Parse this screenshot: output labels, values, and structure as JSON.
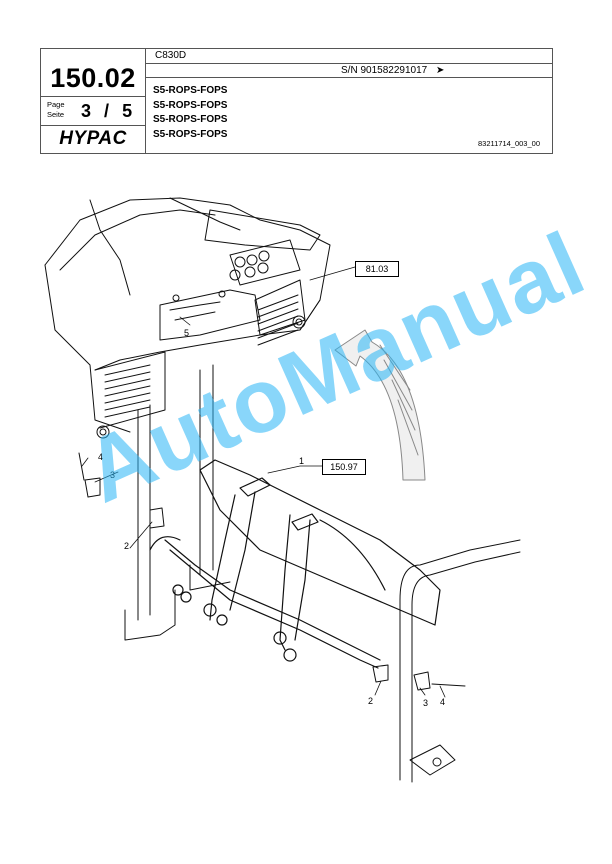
{
  "header": {
    "page_code": "150.02",
    "page_label_en": "Page",
    "page_label_de": "Seite",
    "page_current": "3",
    "page_separator": "/",
    "page_total": "5",
    "brand": "HYPAC",
    "model": "C830D",
    "serial": "S/N 901582291017",
    "serial_arrow": "➤",
    "titles": [
      "S5-ROPS-FOPS",
      "S5-ROPS-FOPS",
      "S5-ROPS-FOPS",
      "S5-ROPS-FOPS"
    ],
    "doc_id": "83211714_003_00"
  },
  "drawing": {
    "ref_boxes": {
      "r1": "81.03",
      "r2": "150.97"
    },
    "callouts": {
      "c1": "1",
      "c2a": "2",
      "c2b": "2",
      "c3a": "3",
      "c3b": "3",
      "c4a": "4",
      "c4b": "4",
      "c5": "5"
    }
  },
  "watermark": {
    "text": "AutoManual",
    "color": "#29b6f6"
  }
}
